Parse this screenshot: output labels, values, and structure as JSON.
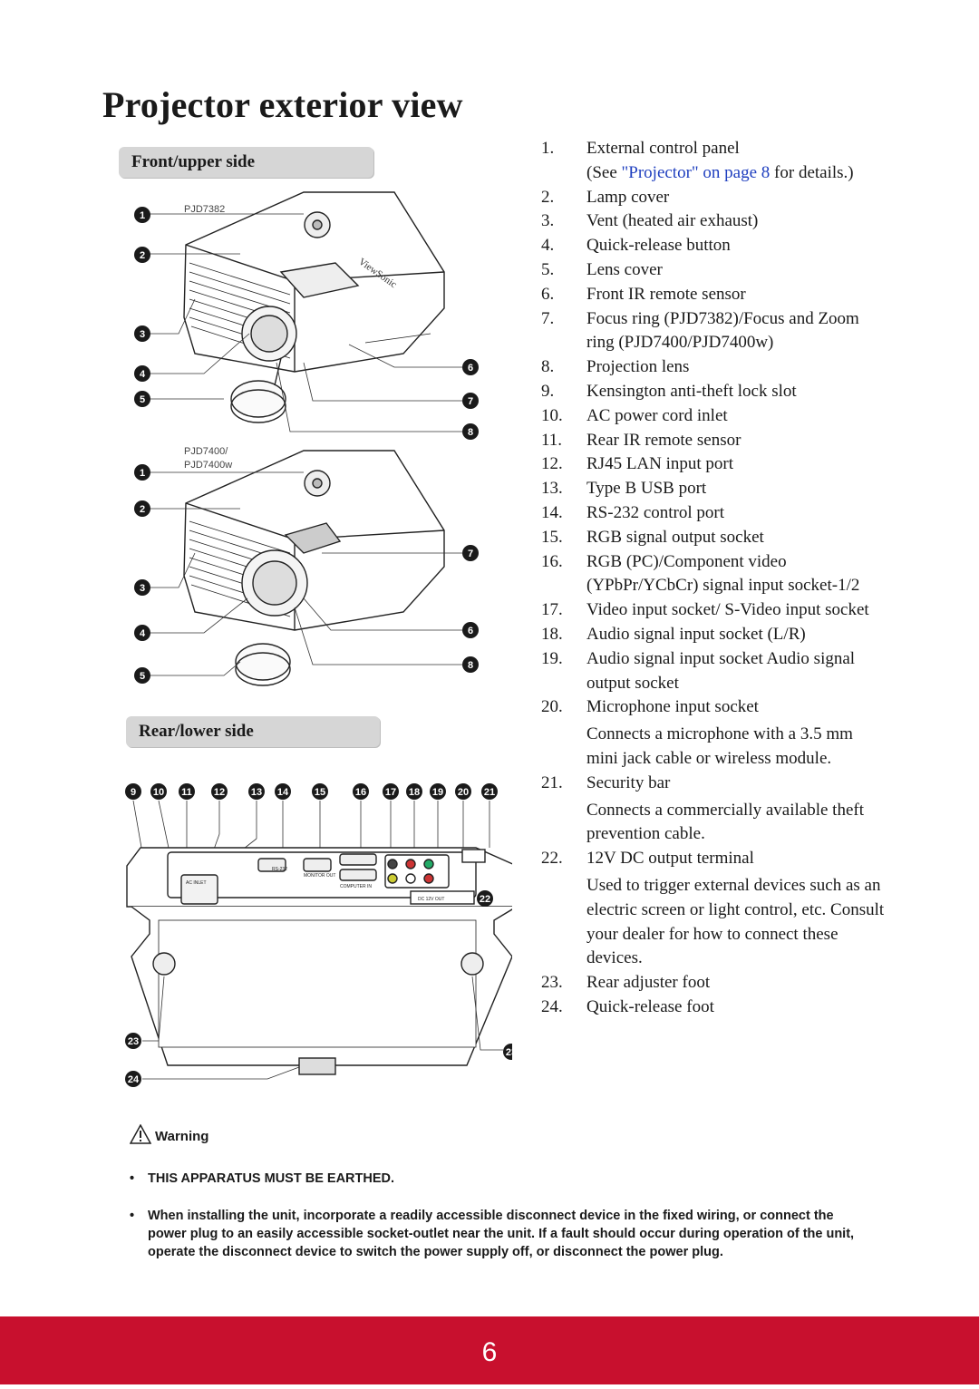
{
  "page_title": "Projector exterior view",
  "front_section": {
    "label": "Front/upper side",
    "model_a": "PJD7382",
    "model_b_line1": "PJD7400/",
    "model_b_line2": "PJD7400w"
  },
  "rear_section": {
    "label": "Rear/lower side"
  },
  "items": [
    {
      "n": "1.",
      "text": "External control panel",
      "extra_pre": "(See ",
      "link": "\"Projector\" on page 8",
      "extra_post": " for details.)"
    },
    {
      "n": "2.",
      "text": "Lamp cover"
    },
    {
      "n": "3.",
      "text": "Vent (heated air exhaust)"
    },
    {
      "n": "4.",
      "text": "Quick-release button"
    },
    {
      "n": "5.",
      "text": "Lens cover"
    },
    {
      "n": "6.",
      "text": "Front IR remote sensor"
    },
    {
      "n": "7.",
      "text": "Focus ring (PJD7382)/Focus and Zoom ring (PJD7400/PJD7400w)"
    },
    {
      "n": "8.",
      "text": "Projection lens"
    },
    {
      "n": "9.",
      "text": "Kensington anti-theft lock slot"
    },
    {
      "n": "10.",
      "text": "AC power cord inlet"
    },
    {
      "n": "11.",
      "text": "Rear IR remote sensor"
    },
    {
      "n": "12.",
      "text": "RJ45 LAN input port"
    },
    {
      "n": "13.",
      "text": "Type B USB port"
    },
    {
      "n": "14.",
      "text": "RS-232 control port"
    },
    {
      "n": "15.",
      "text": "RGB signal output socket"
    },
    {
      "n": "16.",
      "text": "RGB (PC)/Component video (YPbPr/YCbCr) signal input socket-1/2"
    },
    {
      "n": "17.",
      "text": "Video input socket/ S-Video input socket"
    },
    {
      "n": "18.",
      "text": "Audio signal input socket (L/R)"
    },
    {
      "n": "19.",
      "text": "Audio signal input socket Audio signal output socket"
    },
    {
      "n": "20.",
      "text": "Microphone input socket",
      "note": "Connects a microphone with a 3.5 mm mini jack cable or wireless module."
    },
    {
      "n": "21.",
      "text": "Security bar",
      "note": "Connects a commercially available theft prevention cable."
    },
    {
      "n": "22.",
      "text": "12V DC output terminal",
      "note": "Used to trigger external devices such as an electric screen or light control, etc. Consult your dealer for how to connect these devices."
    },
    {
      "n": "23.",
      "text": "Rear adjuster foot"
    },
    {
      "n": "24.",
      "text": "Quick-release foot"
    }
  ],
  "callouts": [
    "1",
    "2",
    "3",
    "4",
    "5",
    "6",
    "7",
    "8",
    "9",
    "10",
    "11",
    "12",
    "13",
    "14",
    "15",
    "16",
    "17",
    "18",
    "19",
    "20",
    "21",
    "22",
    "23",
    "24"
  ],
  "port_labels": {
    "rs232": "RS-232",
    "monitor_out": "MONITOR OUT",
    "computer_in": "COMPUTER IN",
    "ac_inlet": "AC INLET",
    "dc_out": "DC 12V OUT",
    "brand": "ViewSonic"
  },
  "warning": {
    "label": "Warning",
    "icon": "warning-triangle-icon",
    "bullets": [
      "THIS APPARATUS MUST BE EARTHED.",
      "When installing the unit, incorporate a readily accessible disconnect device in the fixed wiring, or connect the power plug to an easily accessible socket-outlet near the unit. If a fault should occur during operation of the unit, operate the disconnect device to switch the power supply off, or disconnect the power plug."
    ]
  },
  "page_number": "6",
  "colors": {
    "footer": "#c8102e",
    "section_bar": "#d6d6d6",
    "link": "#1f3fbf"
  }
}
